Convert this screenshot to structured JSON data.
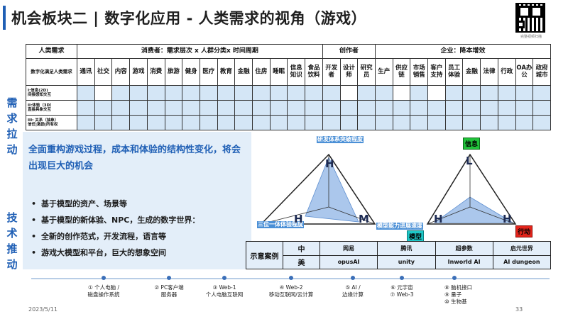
{
  "title": "机会板块二 | 数字化应用 - 人类需求的视角（游戏）",
  "qr_caption": "完整视频扫描",
  "side_labels": {
    "demand": "需求拉动",
    "tech": "技术推动"
  },
  "table": {
    "header1": {
      "human_needs": "人类需求",
      "consumer": "消费者：需求层次 x 人群分类x 时间周期",
      "creator": "创作者",
      "enterprise": "企业：降本增效"
    },
    "header2_first": "数字化满足人类需求",
    "columns": [
      "通讯",
      "社交",
      "内容",
      "游戏",
      "消费",
      "旅游",
      "健身",
      "医疗",
      "教育",
      "金融",
      "住房",
      "睡眠",
      "信息知识",
      "食品饮料",
      "开发者",
      "设计师",
      "研究员",
      "生产",
      "供应链",
      "市场销售",
      "客户支持",
      "员工体验",
      "金融",
      "法律",
      "行政",
      "OA办公",
      "政府城市"
    ],
    "rows": [
      {
        "label": "I:信息(2D)\n间接感知交互",
        "shaded": [
          1,
          3,
          4,
          5,
          6,
          7,
          8,
          9,
          10,
          11,
          12,
          13,
          14,
          15,
          17,
          18,
          20,
          22,
          23,
          24,
          25,
          26,
          27
        ]
      },
      {
        "label": "II:体验（3D）\n直接具象交互",
        "shaded": [
          1,
          2,
          3,
          4,
          5,
          6,
          7,
          8,
          9,
          10,
          11,
          12,
          13,
          14,
          15,
          16,
          17,
          18,
          19,
          20,
          21,
          22,
          23,
          24,
          25,
          26,
          27
        ]
      },
      {
        "label": "III: 关系（抽象）\n信任|激励|所有权",
        "shaded": [
          1,
          2,
          3,
          4,
          5,
          6,
          7,
          8,
          9,
          10,
          11,
          12,
          13,
          14,
          15,
          16,
          17,
          18,
          19,
          20,
          21,
          22,
          23,
          24,
          25,
          26,
          27
        ]
      }
    ]
  },
  "overlay": {
    "headline": "全面重构游戏过程，成本和体验的结构性变化，将会出现巨大的机会",
    "bullets": [
      "基于模型的资产、场景等",
      "基于模型的新体验、NPC，生成的数字世界：",
      "全新的创作范式，开发流程，语言等",
      "游戏大模型和平台，巨大的想象空间"
    ]
  },
  "diagram": {
    "left": {
      "top_tag": "研发体系突破程度",
      "left_tag": "三位一体体验程度",
      "right_tag": "模型能力进展速度",
      "top_letter": "H",
      "left_letter": "H",
      "right_letter": "M",
      "model_box": "模型"
    },
    "right": {
      "top_box": "信息",
      "top_letter": "L",
      "left_letter": "H",
      "right_letter": "H",
      "right_box": "行动"
    }
  },
  "examples": {
    "row_label": "示意案例",
    "rows": [
      {
        "region": "中",
        "cells": [
          "网易",
          "腾讯",
          "超参数",
          "启元世界"
        ]
      },
      {
        "region": "美",
        "cells": [
          "opusAI",
          "unity",
          "Inworld AI",
          "AI dungeon"
        ]
      }
    ]
  },
  "timeline": [
    {
      "text": "① 个人电脑 /\n磁盘操作系统"
    },
    {
      "text": "② PC客户端\n服务器"
    },
    {
      "text": "③ Web-1\n个人电脑互联网"
    },
    {
      "text": "④ Web-2\n移动互联网/云计算"
    },
    {
      "text": "⑤ AI /\n边缘计算"
    },
    {
      "text": "⑥ 元宇宙\n⑦ Web-3"
    },
    {
      "text": "⑧ 脑机接口\n⑨ 量子\n⑩ 生物基"
    }
  ],
  "footer": {
    "date": "2023/5/11",
    "page": "33"
  },
  "colors": {
    "accent": "#1f5fb5",
    "shade": "#d4e6f6",
    "overlay": "#e3eef9",
    "triangle_fill": "#8fb4e6"
  }
}
